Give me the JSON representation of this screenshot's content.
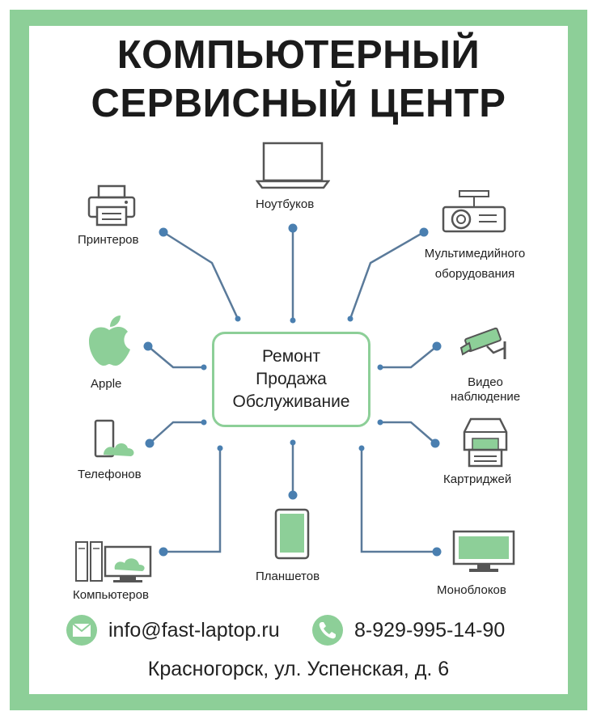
{
  "title": {
    "line1": "КОМПЬЮТЕРНЫЙ",
    "line2": "СЕРВИСНЫЙ ЦЕНТР"
  },
  "center": {
    "line1": "Ремонт",
    "line2": "Продажа",
    "line3": "Обслуживание"
  },
  "services": {
    "laptops": "Ноутбуков",
    "printers": "Принтеров",
    "multimedia_line1": "Мультимедийного",
    "multimedia_line2": "оборудования",
    "apple": "Apple",
    "video_line1": "Видео",
    "video_line2": "наблюдение",
    "phones": "Телефонов",
    "cartridges": "Картриджей",
    "computers": "Компьютеров",
    "tablets": "Планшетов",
    "monoblocks": "Моноблоков"
  },
  "contacts": {
    "email": "info@fast-laptop.ru",
    "phone": "8-929-995-14-90",
    "address": "Красногорск, ул. Успенская, д. 6"
  },
  "colors": {
    "accent": "#8dcf98",
    "line": "#5a7a9a",
    "text": "#1b1b1b"
  },
  "icons": {
    "email": "envelope-icon",
    "phone": "phone-handset-icon"
  }
}
